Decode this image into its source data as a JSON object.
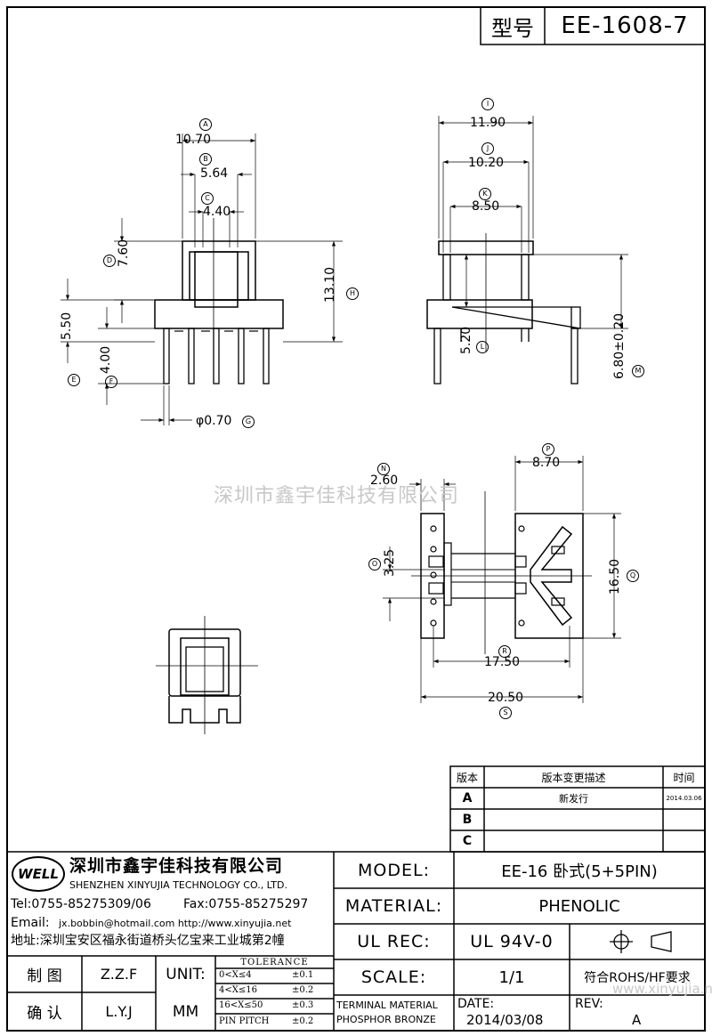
{
  "header": {
    "type_label": "型号",
    "model_code": "EE-1608-7"
  },
  "dims": {
    "A": "10.70",
    "B": "5.64",
    "C": "4.40",
    "D": "7.60",
    "E": "5.50",
    "F": "4.00",
    "G": "φ0.70",
    "H": "13.10",
    "I": "11.90",
    "J": "10.20",
    "K": "8.50",
    "L": "5.20",
    "M": "6.80±0.20",
    "N": "2.60",
    "O": "3.25",
    "P": "8.70",
    "Q": "16.50",
    "R": "17.50",
    "S": "20.50"
  },
  "markers": {
    "A": "A",
    "B": "B",
    "C": "C",
    "D": "D",
    "E": "E",
    "F": "F",
    "G": "G",
    "H": "H",
    "I": "I",
    "J": "J",
    "K": "K",
    "L": "L",
    "M": "M",
    "N": "N",
    "O": "O",
    "P": "P",
    "Q": "Q",
    "R": "R",
    "S": "S"
  },
  "watermark": "深圳市鑫宇佳科技有限公司",
  "revision_table": {
    "headers": [
      "版本",
      "版本变更描述",
      "时间"
    ],
    "rows": [
      {
        "rev": "A",
        "desc": "新发行",
        "date": "2014.03.06"
      },
      {
        "rev": "B",
        "desc": "",
        "date": ""
      },
      {
        "rev": "C",
        "desc": "",
        "date": ""
      }
    ]
  },
  "company": {
    "logo": "WELL",
    "name_cn": "深圳市鑫宇佳科技有限公司",
    "name_en": "SHENZHEN XINYUJIA TECHNOLOGY CO., LTD.",
    "tel": "Tel:0755-85275309/06",
    "fax": "Fax:0755-85275297",
    "email_label": "Email:",
    "email": "jx.bobbin@hotmail.com http://www.xinyujia.net",
    "address": "地址:深圳宝安区福永街道桥头亿宝来工业城第2幢"
  },
  "title_block": {
    "model_label": "MODEL:",
    "model_value": "EE-16 卧式(5+5PIN)",
    "material_label": "MATERIAL:",
    "material_value": "PHENOLIC",
    "ulrec_label": "UL REC:",
    "ulrec_value": "UL 94V-0",
    "scale_label": "SCALE:",
    "scale_value": "1/1",
    "rohs": "符合ROHS/HF要求",
    "terminal_label": "TERMINAL MATERIAL",
    "terminal_value": "PHOSPHOR BRONZE",
    "date_label": "DATE:",
    "date_value": "2014/03/08",
    "rev_label": "REV:",
    "rev_value": "A",
    "drawn_label": "制  图",
    "drawn_value": "Z.Z.F",
    "check_label": "确  认",
    "check_value": "L.Y.J",
    "unit_label": "UNIT:",
    "unit_value": "MM",
    "tolerance_title": "TOLERANCE",
    "tolerances": [
      {
        "range": "0<X≤4",
        "tol": "±0.1"
      },
      {
        "range": "4<X≤16",
        "tol": "±0.2"
      },
      {
        "range": "16<X≤50",
        "tol": "±0.3"
      },
      {
        "range": "PIN PITCH",
        "tol": "±0.2"
      }
    ],
    "site_watermark": "www.xinyujia.net"
  }
}
